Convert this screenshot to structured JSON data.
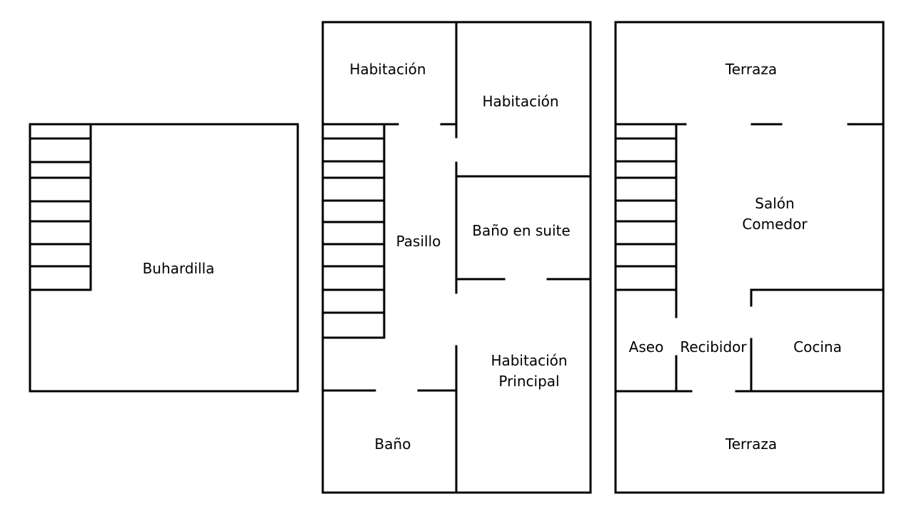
{
  "colors": {
    "wall": "#000000",
    "background": "#ffffff"
  },
  "floors": {
    "attic": {
      "rooms": {
        "buhardilla": "Buhardilla"
      }
    },
    "upper": {
      "rooms": {
        "habitacion_1": "Habitación",
        "habitacion_2": "Habitación",
        "pasillo": "Pasillo",
        "bano_suite": "Baño en suite",
        "habitacion_principal_l1": "Habitación",
        "habitacion_principal_l2": "Principal",
        "bano": "Baño"
      }
    },
    "ground": {
      "rooms": {
        "terraza_top": "Terraza",
        "salon_l1": "Salón",
        "salon_l2": "Comedor",
        "aseo": "Aseo",
        "recibidor": "Recibidor",
        "cocina": "Cocina",
        "terraza_bottom": "Terraza"
      }
    }
  }
}
